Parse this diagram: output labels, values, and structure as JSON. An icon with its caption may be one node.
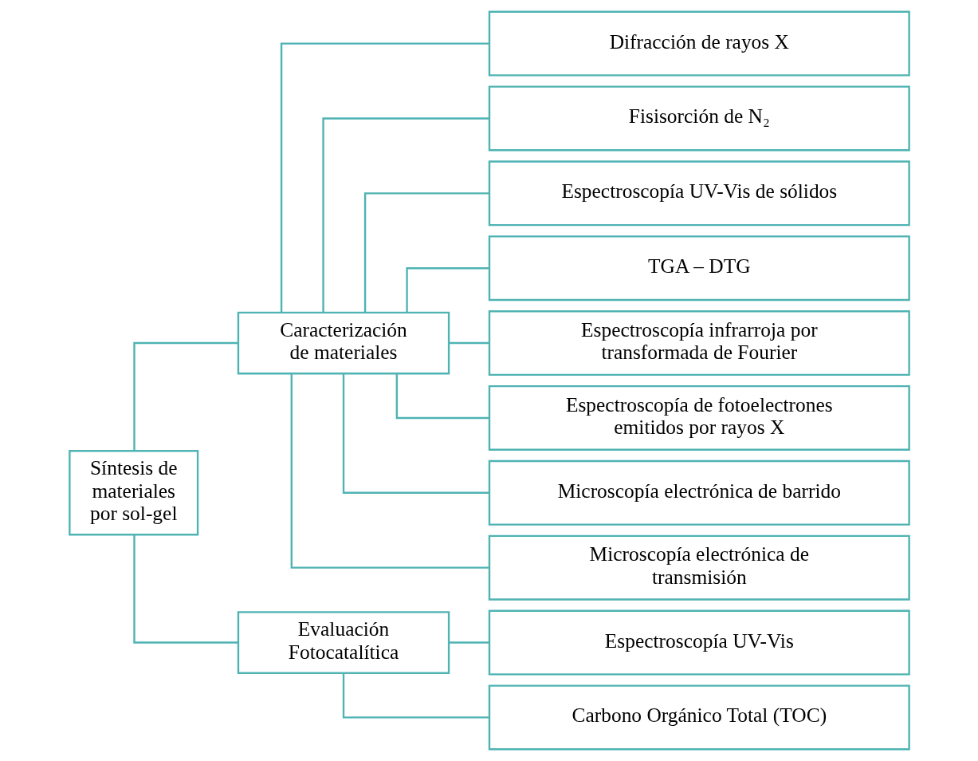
{
  "diagram": {
    "nodes": [
      {
        "text": [
          "Síntesis de materiales por sol-gel"
        ]
      },
      {
        "text": [
          "Caracterización de materiales"
        ]
      },
      {
        "text": [
          "Evaluación Fotocatalítica"
        ]
      },
      {
        "text": [
          "Difracción de rayos X"
        ]
      },
      {
        "text": [
          "Fisisorción de N₂"
        ]
      },
      {
        "text": [
          "Espectroscopía UV-Vis de sólidos"
        ]
      },
      {
        "text": [
          "TGA – DTG"
        ]
      },
      {
        "text": [
          "Espectroscopía infrarroja por transformada de Fourier"
        ]
      },
      {
        "text": [
          "Espectroscopía de fotoelectrones emitidos por rayos X"
        ]
      },
      {
        "text": [
          "Microscopía electrónica de barrido"
        ]
      },
      {
        "text": [
          "Microscopía electrónica de transmisión"
        ]
      },
      {
        "text": [
          "Espectroscopía UV-Vis"
        ]
      },
      {
        "text": [
          "Carbono Orgánico Total (TOC)"
        ]
      }
    ],
    "edges": [
      {
        "from": 0,
        "to": 1,
        "arrow": "none"
      },
      {
        "from": 0,
        "to": 2,
        "arrow": "none"
      },
      {
        "from": 1,
        "to": 3,
        "arrow": "none"
      },
      {
        "from": 1,
        "to": 4,
        "arrow": "none"
      },
      {
        "from": 1,
        "to": 5,
        "arrow": "none"
      },
      {
        "from": 1,
        "to": 6,
        "arrow": "none"
      },
      {
        "from": 1,
        "to": 7,
        "arrow": "none"
      },
      {
        "from": 1,
        "to": 8,
        "arrow": "none"
      },
      {
        "from": 1,
        "to": 9,
        "arrow": "none"
      },
      {
        "from": 1,
        "to": 10,
        "arrow": "none"
      },
      {
        "from": 2,
        "to": 11,
        "arrow": "none"
      },
      {
        "from": 2,
        "to": 12,
        "arrow": "none"
      }
    ]
  }
}
